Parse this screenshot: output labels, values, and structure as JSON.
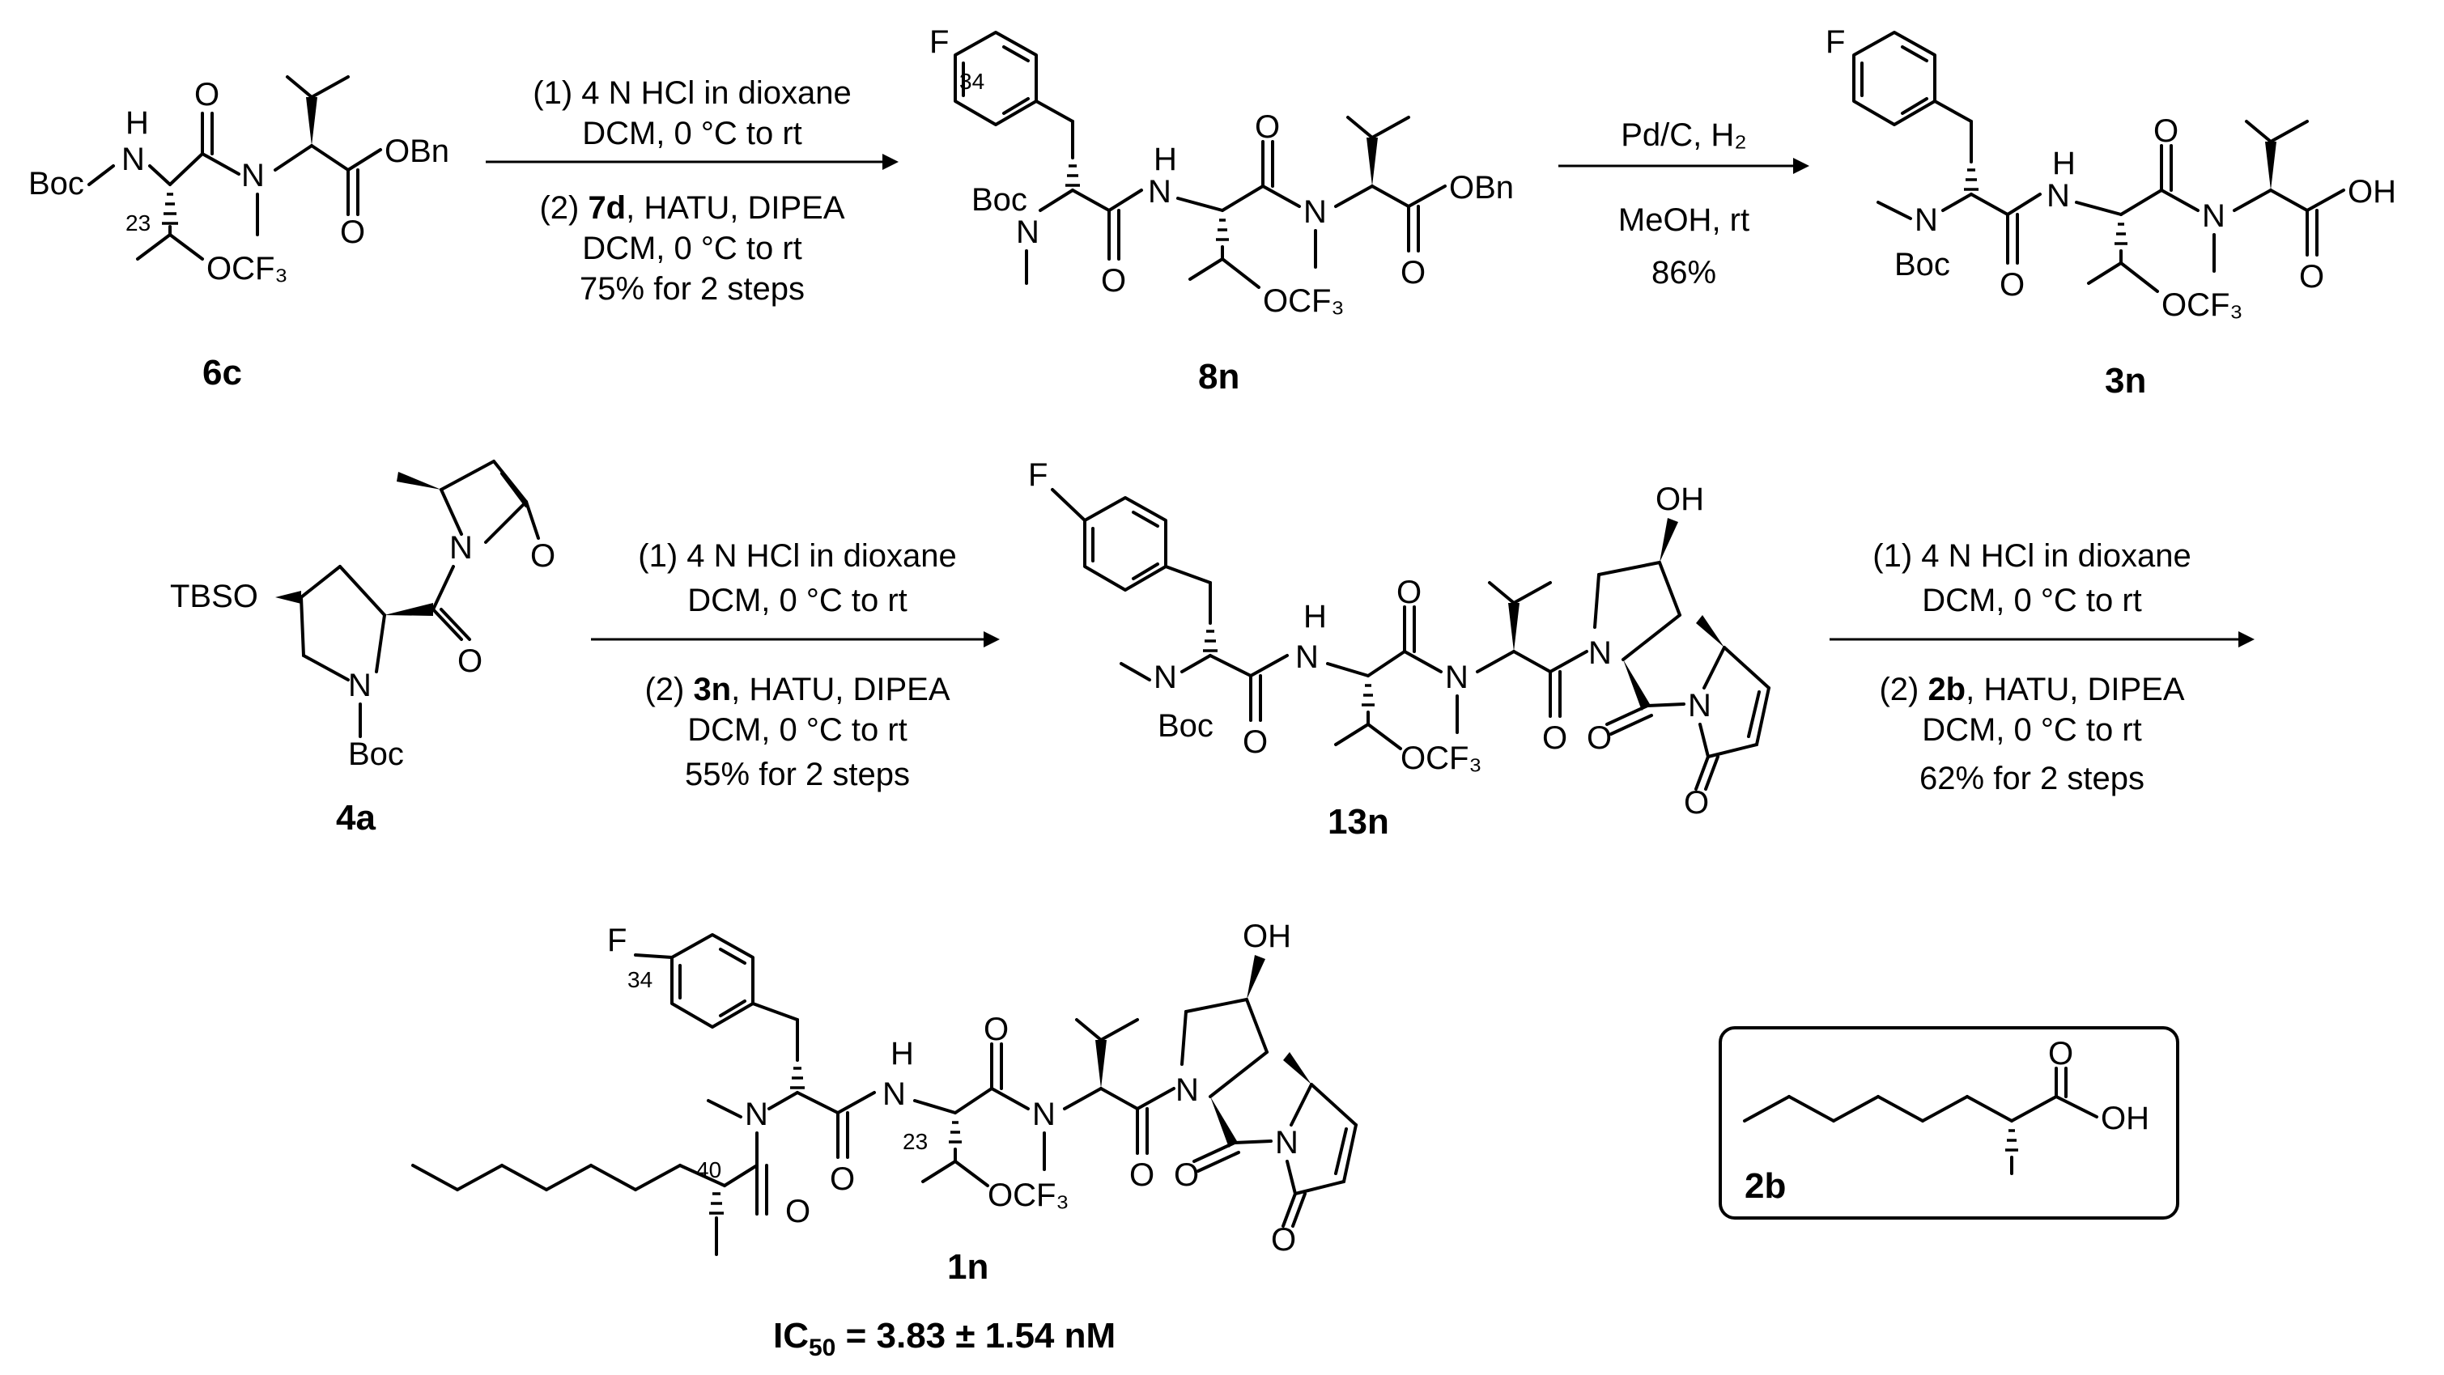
{
  "arrows": [
    {
      "id": "a1",
      "above": [
        "(1) 4 N HCl in dioxane",
        "DCM, 0 °C to rt"
      ],
      "below": [
        {
          "pre": "(2) ",
          "bold": "7d",
          "post": ", HATU, DIPEA"
        },
        {
          "pre": "DCM, 0 °C to rt",
          "bold": "",
          "post": ""
        },
        {
          "pre": "75% for 2 steps",
          "bold": "",
          "post": ""
        }
      ]
    },
    {
      "id": "a2",
      "above": [
        "Pd/C, H₂"
      ],
      "below": [
        {
          "pre": "MeOH, rt",
          "bold": "",
          "post": ""
        },
        {
          "pre": "86%",
          "bold": "",
          "post": ""
        }
      ]
    },
    {
      "id": "a3",
      "above": [
        "(1) 4 N HCl in dioxane",
        "DCM, 0 °C to rt"
      ],
      "below": [
        {
          "pre": "(2) ",
          "bold": "3n",
          "post": ", HATU, DIPEA"
        },
        {
          "pre": "DCM, 0 °C to rt",
          "bold": "",
          "post": ""
        },
        {
          "pre": "55% for 2 steps",
          "bold": "",
          "post": ""
        }
      ]
    },
    {
      "id": "a4",
      "above": [
        "(1) 4 N HCl in dioxane",
        "DCM, 0 °C to rt"
      ],
      "below": [
        {
          "pre": "(2) ",
          "bold": "2b",
          "post": ", HATU, DIPEA"
        },
        {
          "pre": "DCM, 0 °C to rt",
          "bold": "",
          "post": ""
        },
        {
          "pre": "62% for 2 steps",
          "bold": "",
          "post": ""
        }
      ]
    }
  ],
  "compound_labels": {
    "c6c": "6c",
    "c8n": "8n",
    "c3n": "3n",
    "c4a": "4a",
    "c13n": "13n",
    "c1n": "1n",
    "c2b": "2b"
  },
  "atoms": {
    "boc": "Boc",
    "nh_h": "H",
    "n": "N",
    "obn": "OBn",
    "o": "O",
    "ocf3": "OCF₃",
    "f": "F",
    "oh": "OH",
    "tbso": "TBSO"
  },
  "numbers": {
    "n23": "23",
    "n34": "34",
    "n40": "40"
  },
  "activity": {
    "prefix": "IC",
    "sub": "50",
    "value": " = 3.83 ± 1.54 nM"
  }
}
